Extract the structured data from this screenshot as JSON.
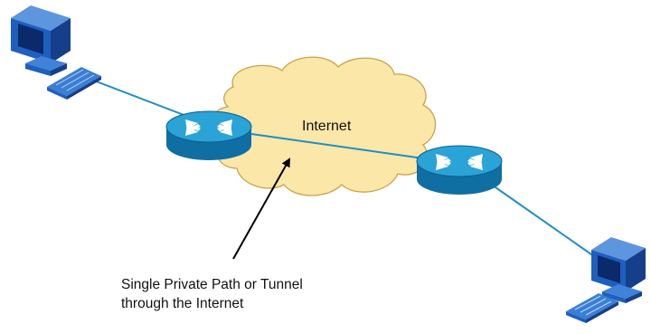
{
  "cloud": {
    "label": "Internet"
  },
  "annotation": {
    "line1": "Single Private Path or Tunnel",
    "line2": "through the Internet"
  },
  "colors": {
    "cloud_fill": "#fbe7a8",
    "cloud_stroke": "#c9a34a",
    "link": "#1f8fc4",
    "router_top": "#2aa3d6",
    "router_body": "#0f6fa3",
    "monitor": "#1e5fc0",
    "screen": "#0a2a6a",
    "keyboard": "#3a7fd4"
  },
  "icons": [
    "computer-icon",
    "router-icon",
    "cloud-icon",
    "keyboard-icon",
    "arrow-icon"
  ]
}
